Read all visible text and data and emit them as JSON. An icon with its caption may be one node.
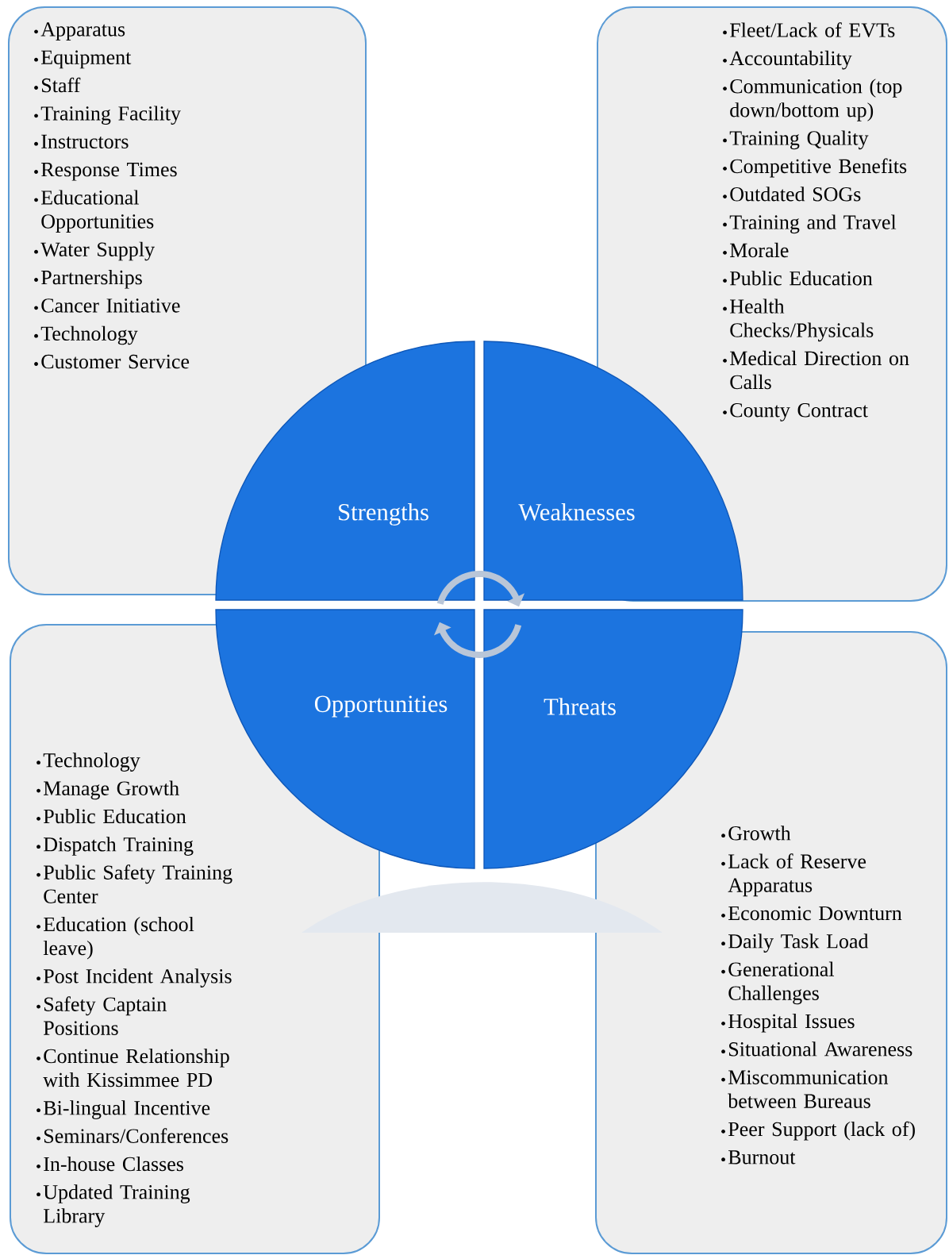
{
  "diagram": {
    "nodes": [
      {
        "text": [
          "Apparatus",
          "Equipment",
          "Staff",
          "Training Facility",
          "Instructors",
          "Response Times",
          "Educational Opportunities",
          "Water Supply",
          "Partnerships",
          "Cancer Initiative",
          "Technology",
          "Customer Service"
        ]
      },
      {
        "text": [
          "Fleet/Lack of EVTs",
          "Accountability",
          "Communication (top down/bottom up)",
          "Training Quality",
          "Competitive Benefits",
          "Outdated SOGs",
          "Training and Travel",
          "Morale",
          "Public Education",
          "Health Checks/Physicals",
          "Medical Direction on Calls",
          "County Contract"
        ]
      },
      {
        "text": [
          "Strengths"
        ]
      },
      {
        "text": [
          "Weaknesses"
        ]
      },
      {
        "text": [
          "Opportunities"
        ]
      },
      {
        "text": [
          "Threats"
        ]
      },
      {
        "text": [
          "Technology",
          "Manage Growth",
          "Public Education",
          "Dispatch Training",
          "Public Safety Training Center",
          "Education (school leave)",
          "Post Incident Analysis",
          "Safety Captain Positions",
          "Continue Relationship with Kissimmee PD",
          "Bi-lingual Incentive",
          "Seminars/Conferences",
          "In-house Classes",
          "Updated Training Library"
        ]
      },
      {
        "text": [
          "Growth",
          "Lack of Reserve Apparatus",
          "Economic Downturn",
          "Daily Task Load",
          "Generational Challenges",
          "Hospital Issues",
          "Situational Awareness",
          "Miscommunication between Bureaus",
          "Peer Support (lack of)",
          "Burnout"
        ]
      }
    ]
  }
}
